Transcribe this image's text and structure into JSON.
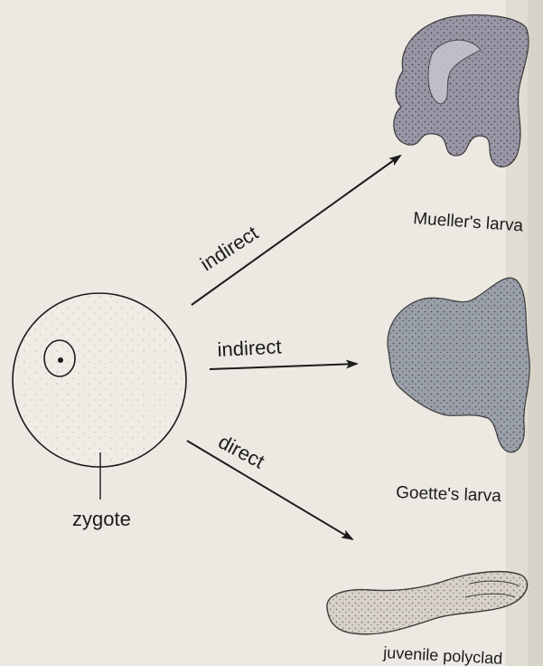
{
  "labels": {
    "zygote": "zygote",
    "arrow_top": "indirect",
    "arrow_middle": "indirect",
    "arrow_bottom": "direct",
    "mueller": "Mueller's larva",
    "goette": "Goette's larva",
    "polyclad": "juvenile polyclad"
  },
  "colors": {
    "paper": "#ece9e2",
    "ink": "#1b1b1b",
    "larva_fill": "#9a96a6",
    "stipple": "#2b2b2b",
    "bleed_text": "#cbc6bc"
  }
}
